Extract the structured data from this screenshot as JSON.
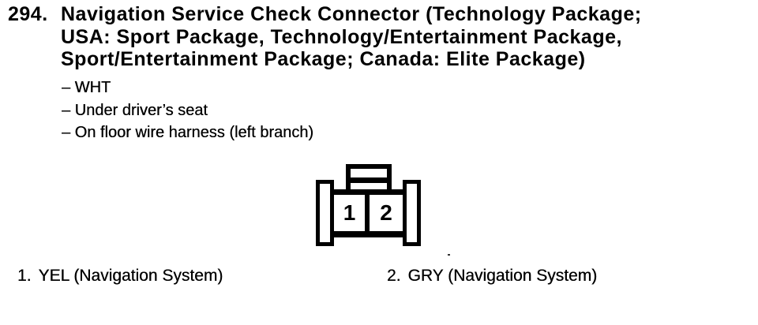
{
  "document": {
    "item_number": "294.",
    "title_lines": [
      "Navigation Service Check Connector (Technology Package;",
      "USA: Sport Package, Technology/Entertainment Package,",
      "Sport/Entertainment Package; Canada: Elite Package)"
    ],
    "details": [
      "– WHT",
      "– Under driver’s seat",
      "– On floor wire harness (left branch)"
    ]
  },
  "connector_diagram": {
    "pin_labels": [
      "1",
      "2"
    ]
  },
  "pin_legend": [
    {
      "number": "1.",
      "description": "YEL (Navigation System)"
    },
    {
      "number": "2.",
      "description": "GRY (Navigation System)"
    }
  ],
  "colors": {
    "ink": "#000000",
    "paper": "#ffffff"
  }
}
